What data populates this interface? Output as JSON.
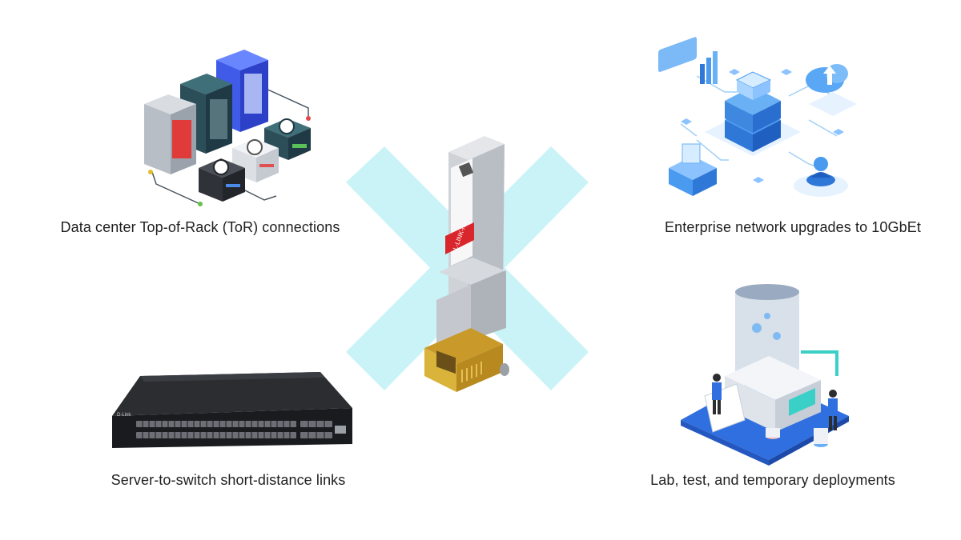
{
  "captions": {
    "top_left": "Data center Top-of-Rack (ToR) connections",
    "top_right": "Enterprise network upgrades to 10GbEt",
    "bottom_left": "Server-to-switch short-distance links",
    "bottom_right": "Lab, test, and temporary deployments"
  },
  "module": {
    "brand_label": "L-LINK-nw"
  },
  "switch": {
    "brand_label": "D-Link"
  },
  "colors": {
    "cross": "#c9f3f7",
    "accent_blue": "#2a6de8",
    "module_red": "#d9262c",
    "gold": "#d9b33a"
  },
  "icons": {
    "top_left": "server-rack-cluster-icon",
    "top_right": "cloud-network-isometric-icon",
    "bottom_left": "network-switch-icon",
    "bottom_right": "lab-testing-isometric-icon",
    "center": "sfp-rj45-transceiver-icon"
  }
}
